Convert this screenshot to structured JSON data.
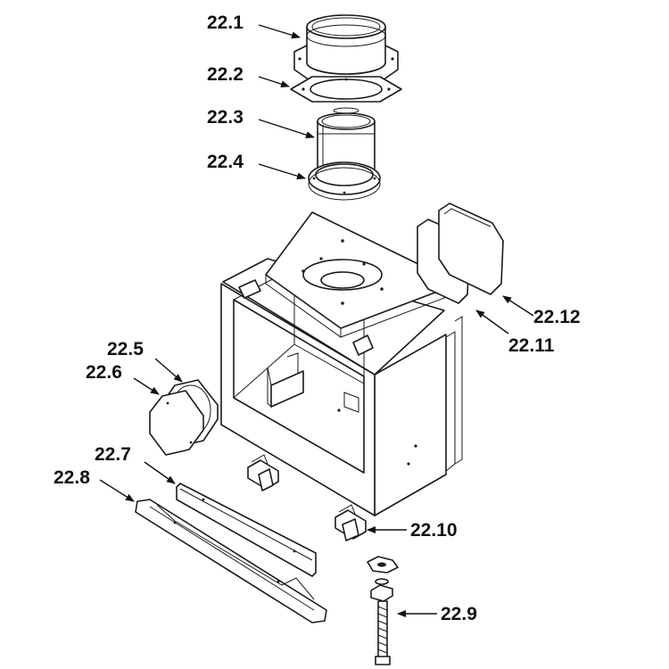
{
  "diagram": {
    "labels": {
      "p22_1": "22.1",
      "p22_2": "22.2",
      "p22_3": "22.3",
      "p22_4": "22.4",
      "p22_5": "22.5",
      "p22_6": "22.6",
      "p22_7": "22.7",
      "p22_8": "22.8",
      "p22_9": "22.9",
      "p22_10": "22.10",
      "p22_11": "22.11",
      "p22_12": "22.12"
    },
    "colors": {
      "line": "#1a1a1a",
      "background": "#ffffff"
    }
  }
}
